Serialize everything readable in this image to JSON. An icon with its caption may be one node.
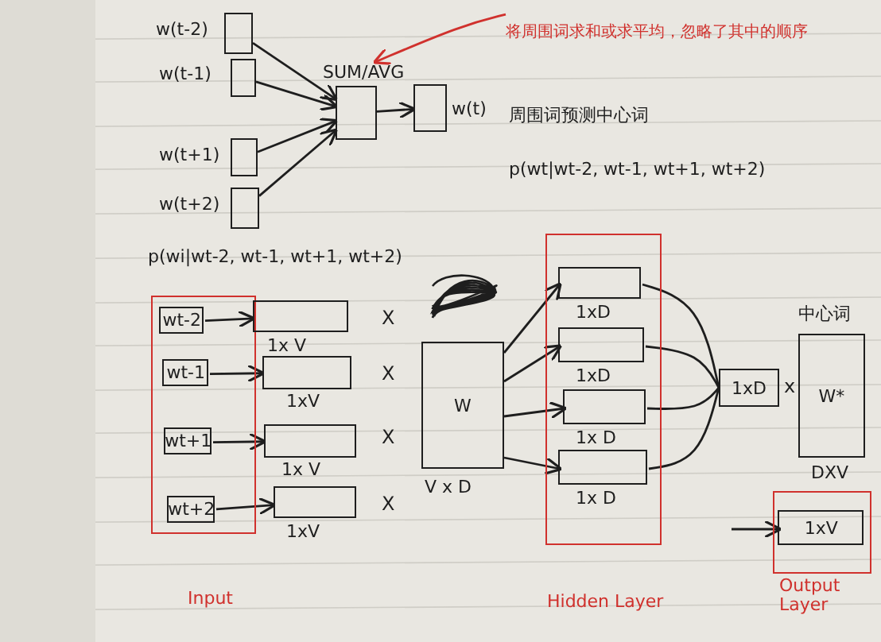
{
  "diagram": {
    "nodes": [
      {
        "text": [],
        "shape": "box",
        "beside": [
          "w(t-2)"
        ]
      },
      {
        "text": [],
        "shape": "box",
        "beside": [
          "w(t-1)"
        ]
      },
      {
        "text": [],
        "shape": "box",
        "beside": [
          "w(t+1)"
        ]
      },
      {
        "text": [],
        "shape": "box",
        "beside": [
          "w(t+2)"
        ]
      },
      {
        "text": [],
        "shape": "box",
        "beside": [
          "SUM/AVG"
        ]
      },
      {
        "text": [],
        "shape": "box",
        "beside": [
          "w(t)"
        ]
      },
      {
        "text": [
          "将周围词求和或求平均，忽略了其中的顺序"
        ]
      },
      {
        "text": [],
        "shape": "box",
        "beside": [
          "Input"
        ]
      },
      {
        "text": [
          "wt-2"
        ],
        "in": 7
      },
      {
        "text": [
          "wt-1"
        ],
        "in": 7
      },
      {
        "text": [
          "wt+1"
        ],
        "in": 7
      },
      {
        "text": [
          "wt+2"
        ],
        "in": 7
      },
      {
        "text": [],
        "shape": "box",
        "beside": [
          "1x V"
        ]
      },
      {
        "text": [],
        "shape": "box",
        "beside": [
          "1xV"
        ]
      },
      {
        "text": [],
        "shape": "box",
        "beside": [
          "1x V"
        ]
      },
      {
        "text": [],
        "shape": "box",
        "beside": [
          "1xV"
        ]
      },
      {
        "text": [
          "W"
        ],
        "beside": [
          "V x D"
        ]
      },
      {
        "text": [],
        "shape": "box",
        "beside": [
          "Hidden Layer"
        ]
      },
      {
        "text": [],
        "shape": "box",
        "in": 17,
        "beside": [
          "1xD"
        ]
      },
      {
        "text": [],
        "shape": "box",
        "in": 17,
        "beside": [
          "1xD"
        ]
      },
      {
        "text": [],
        "shape": "box",
        "in": 17,
        "beside": [
          "1x D"
        ]
      },
      {
        "text": [],
        "shape": "box",
        "in": 17,
        "beside": [
          "1x D"
        ]
      },
      {
        "text": [
          "1xD"
        ]
      },
      {
        "text": [
          "W*"
        ],
        "beside": [
          "中心词",
          "DXV"
        ]
      },
      {
        "text": [],
        "shape": "box",
        "beside": [
          "Output Layer"
        ]
      },
      {
        "text": [
          "1xV"
        ],
        "in": 24
      }
    ],
    "edges": [
      {
        "from": 0,
        "to": 4,
        "arrow": "to"
      },
      {
        "from": 1,
        "to": 4,
        "arrow": "to"
      },
      {
        "from": 2,
        "to": 4,
        "arrow": "to"
      },
      {
        "from": 3,
        "to": 4,
        "arrow": "to"
      },
      {
        "from": 4,
        "to": 5,
        "arrow": "to"
      },
      {
        "from": 6,
        "to": 4,
        "arrow": "to",
        "color": "#d0312d"
      },
      {
        "from": 8,
        "to": 12,
        "arrow": "to"
      },
      {
        "from": 9,
        "to": 13,
        "arrow": "to"
      },
      {
        "from": 10,
        "to": 14,
        "arrow": "to"
      },
      {
        "from": 11,
        "to": 15,
        "arrow": "to"
      },
      {
        "from": 16,
        "to": 18,
        "arrow": "to"
      },
      {
        "from": 16,
        "to": 19,
        "arrow": "to"
      },
      {
        "from": 16,
        "to": 20,
        "arrow": "to"
      },
      {
        "from": 16,
        "to": 21,
        "arrow": "to"
      },
      {
        "from": 18,
        "to": 22,
        "arrow": "none"
      },
      {
        "from": 19,
        "to": 22,
        "arrow": "none"
      },
      {
        "from": 20,
        "to": 22,
        "arrow": "none"
      },
      {
        "from": 21,
        "to": 22,
        "arrow": "none"
      },
      {
        "from": null,
        "to": 25,
        "arrow": "to"
      }
    ],
    "labels": [
      "周围词预测中心词",
      "p(wt|wt-2, wt-1, wt+1, wt+2)",
      "p(wi|wt-2, wt-1, wt+1, wt+2)",
      "X",
      "X",
      "X",
      "X",
      "x"
    ]
  }
}
